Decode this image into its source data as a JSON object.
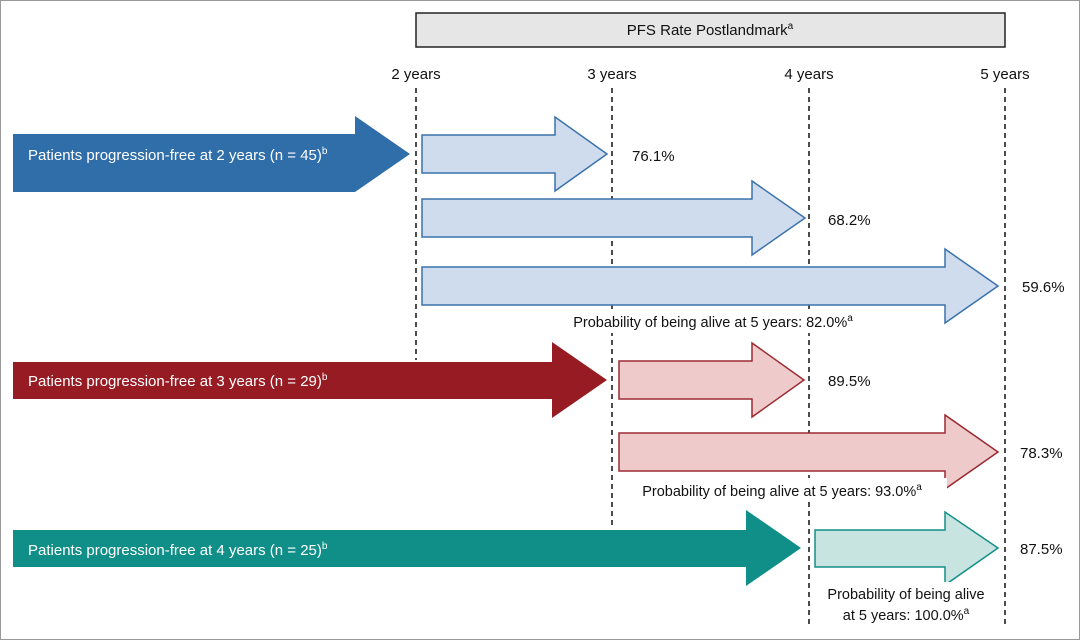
{
  "header": {
    "title": "PFS Rate Postlandmark",
    "title_sup": "a",
    "fill": "#e6e6e6",
    "stroke": "#222222"
  },
  "years": [
    "2 years",
    "3 years",
    "4 years",
    "5 years"
  ],
  "colors": {
    "blue_solid": "#2f6ea8",
    "blue_light_fill": "#cfdcee",
    "blue_light_stroke": "#3b72ab",
    "red_solid": "#961b23",
    "red_light_fill": "#eecacb",
    "red_light_stroke": "#9b2a31",
    "teal_solid": "#0f8f88",
    "teal_light_fill": "#c7e4e0",
    "teal_light_stroke": "#148f88"
  },
  "groups": [
    {
      "label": "Patients progression-free at 2 years (n = 45)",
      "label_sup": "b",
      "color": "blue",
      "rates": [
        "76.1%",
        "68.2%",
        "59.6%"
      ],
      "alive_lines": [
        "Probability of being alive at 5 years: 82.0%"
      ],
      "alive_sup": "a"
    },
    {
      "label": "Patients progression-free at 3 years (n = 29)",
      "label_sup": "b",
      "color": "red",
      "rates": [
        "89.5%",
        "78.3%"
      ],
      "alive_lines": [
        "Probability of being alive at 5 years: 93.0%"
      ],
      "alive_sup": "a"
    },
    {
      "label": "Patients progression-free at 4 years (n = 25)",
      "label_sup": "b",
      "color": "teal",
      "rates": [
        "87.5%"
      ],
      "alive_lines": [
        "Probability of being alive",
        "at 5 years: 100.0%"
      ],
      "alive_sup": "a"
    }
  ]
}
